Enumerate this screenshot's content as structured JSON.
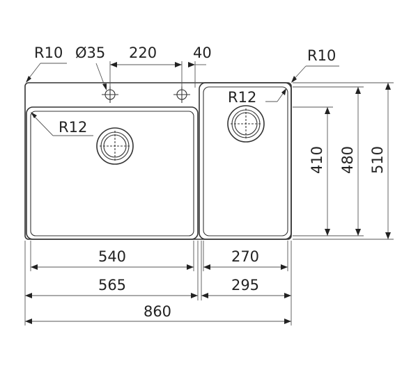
{
  "labels": {
    "top_left_radius": "R10",
    "tap_hole_diameter": "Ø35",
    "tap_spacing": "220",
    "tap_offset": "40",
    "top_right_radius": "R10",
    "left_bowl_radius": "R12",
    "right_bowl_radius": "R12",
    "right_bowl_depth": "410",
    "bowl_height": "480",
    "total_height": "510",
    "left_bowl_inner_width": "540",
    "right_bowl_inner_width": "270",
    "left_bowl_outer_width": "565",
    "right_bowl_outer_width": "295",
    "total_width": "860"
  },
  "colors": {
    "line": "#333333",
    "text": "#222222",
    "background": "#ffffff"
  }
}
